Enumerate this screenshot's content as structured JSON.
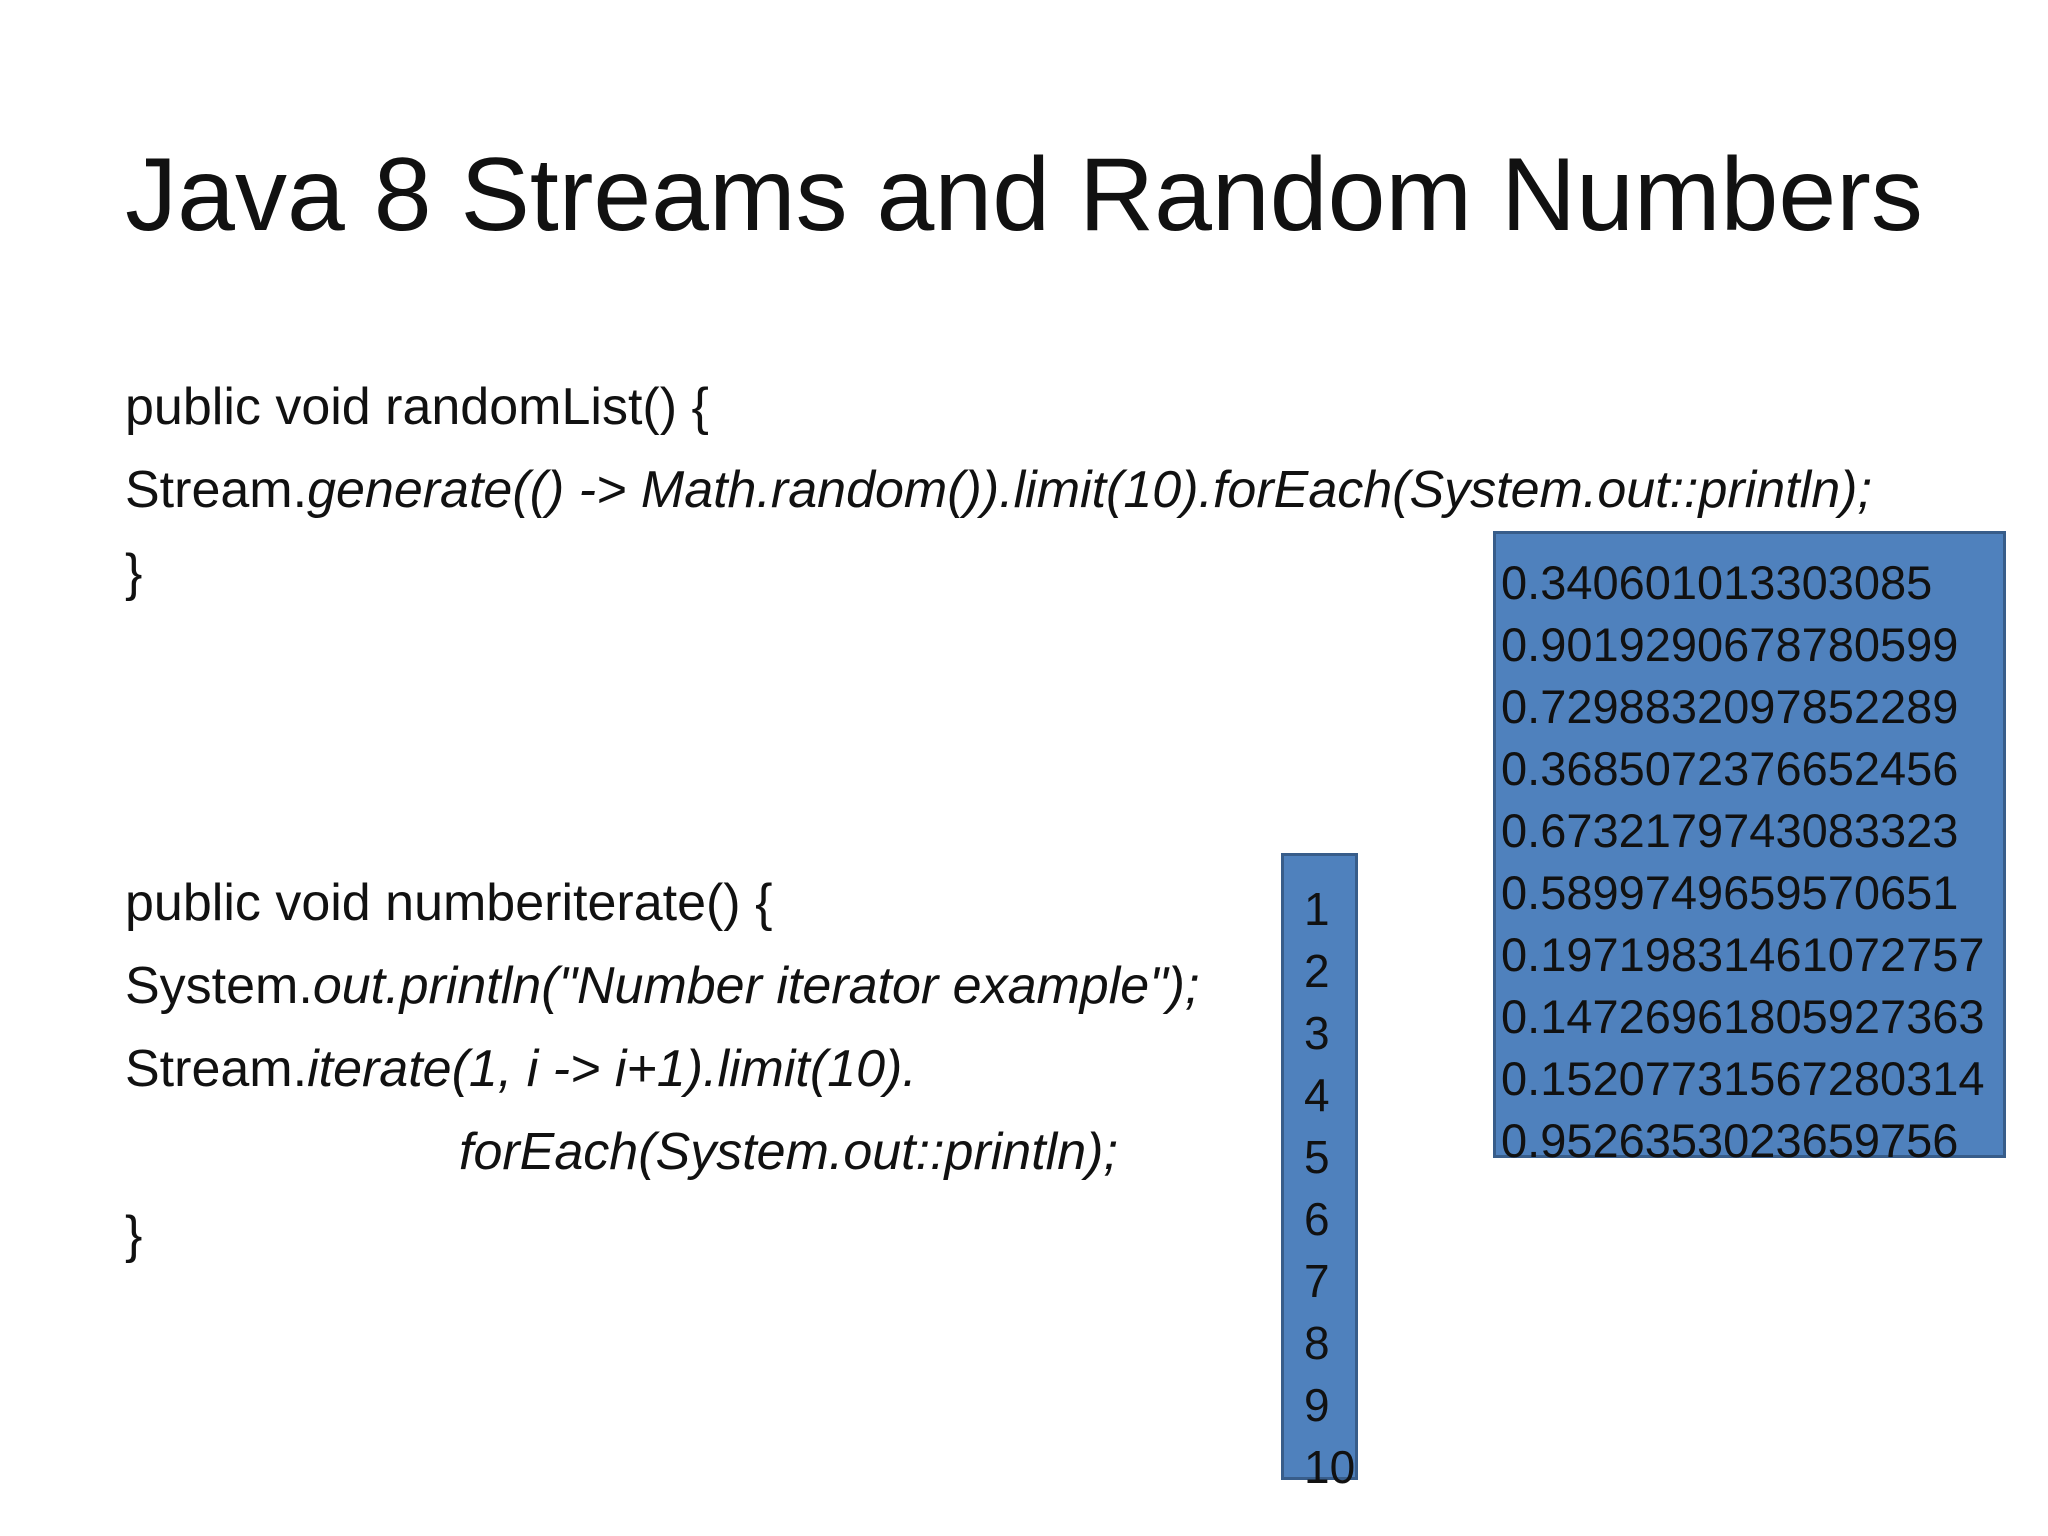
{
  "slide": {
    "title": "Java 8 Streams and Random Numbers"
  },
  "code1": {
    "line1": "public void randomList() {",
    "line2_plain": "Stream.",
    "line2_italic": "generate(() -> Math.random()).limit(10).forEach(System.out::println);",
    "line3": "}"
  },
  "code2": {
    "line1": "public void numberiterate() {",
    "line2_plain": "System.",
    "line2_italic": "out.println(\"Number iterator example\");",
    "line3_plain": "Stream.",
    "line3_italic": "iterate(1, i -> i+1).limit(10).",
    "line4_italic": "forEach(System.out::println);",
    "line5": "}"
  },
  "random_output": [
    "0.340601013303085",
    "0.9019290678780599",
    "0.7298832097852289",
    "0.3685072376652456",
    "0.6732179743083323",
    "0.5899749659570651",
    "0.19719831461072757",
    "0.14726961805927363",
    "0.15207731567280314",
    "0.9526353023659756"
  ],
  "iterate_output": [
    "1",
    "2",
    "3",
    "4",
    "5",
    "6",
    "7",
    "8",
    "9",
    "10"
  ],
  "colors": {
    "box_fill": "#4f81bd",
    "box_border": "#385d8a"
  }
}
